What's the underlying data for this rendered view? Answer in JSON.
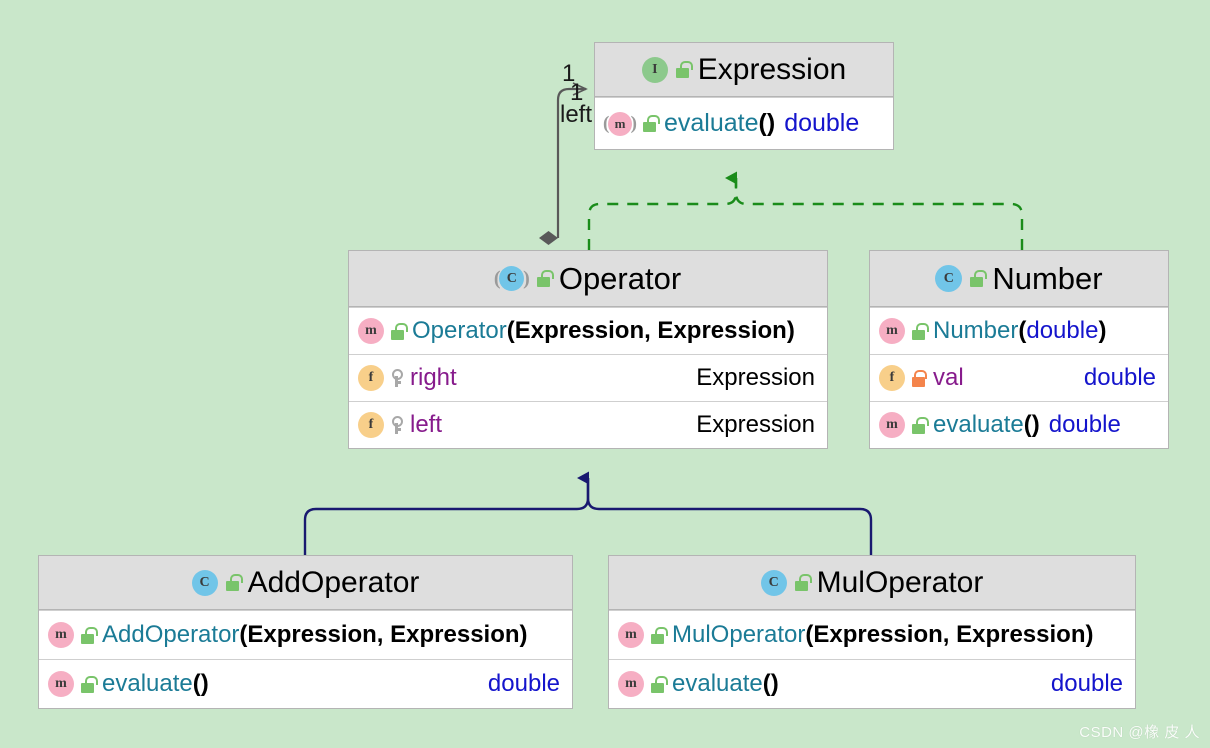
{
  "canvas": {
    "background_color": "#c9e7ca",
    "watermark": "CSDN @橡 皮 人"
  },
  "palette": {
    "box_fill": "#ffffff",
    "header_fill": "#dedede",
    "box_border": "#b4b4b4",
    "interface_icon": "#8cc98c",
    "class_icon": "#71c5e8",
    "method_icon": "#f6aec3",
    "field_icon": "#f8cf8a",
    "lock_public": "#79c46a",
    "lock_private": "#f4844b",
    "inheritance_edge": "#191970",
    "realization_edge": "#1a8c1a",
    "composition_edge": "#595959",
    "method_name_text": "#1b7b96",
    "field_name_text": "#871b8c",
    "primitive_type_text": "#1414cc"
  },
  "classes": [
    {
      "id": "expression",
      "name": "Expression",
      "stereotype": "interface",
      "icon": "interface-icon",
      "icon_letter": "I",
      "abstract": false,
      "visibility_icon": "unlocked-green",
      "members": [
        {
          "kind": "method",
          "icon_letter": "m",
          "abstract": true,
          "visibility_icon": "unlocked-green",
          "name": "evaluate",
          "parens": "()",
          "type": "double",
          "type_style": "primitive",
          "type_align": "inline"
        }
      ]
    },
    {
      "id": "operator",
      "name": "Operator",
      "stereotype": "class",
      "icon": "class-icon",
      "icon_letter": "C",
      "abstract": true,
      "visibility_icon": "unlocked-green",
      "members": [
        {
          "kind": "method",
          "icon_letter": "m",
          "abstract": false,
          "visibility_icon": "unlocked-green",
          "name": "Operator",
          "parens": "(Expression, Expression)",
          "type": "",
          "type_style": "none",
          "type_align": "inline"
        },
        {
          "kind": "field",
          "icon_letter": "f",
          "abstract": false,
          "visibility_icon": "key-gray",
          "name": "right",
          "parens": "",
          "type": "Expression",
          "type_style": "reference",
          "type_align": "right"
        },
        {
          "kind": "field",
          "icon_letter": "f",
          "abstract": false,
          "visibility_icon": "key-gray",
          "name": "left",
          "parens": "",
          "type": "Expression",
          "type_style": "reference",
          "type_align": "right"
        }
      ]
    },
    {
      "id": "number",
      "name": "Number",
      "stereotype": "class",
      "icon": "class-icon",
      "icon_letter": "C",
      "abstract": false,
      "visibility_icon": "unlocked-green",
      "members": [
        {
          "kind": "method",
          "icon_letter": "m",
          "abstract": false,
          "visibility_icon": "unlocked-green",
          "name": "Number",
          "parens": "(double)",
          "type": "",
          "type_style": "none",
          "type_align": "inline",
          "param_primitive": true
        },
        {
          "kind": "field",
          "icon_letter": "f",
          "abstract": false,
          "visibility_icon": "locked-orange",
          "name": "val",
          "parens": "",
          "type": "double",
          "type_style": "primitive",
          "type_align": "right"
        },
        {
          "kind": "method",
          "icon_letter": "m",
          "abstract": false,
          "visibility_icon": "unlocked-green",
          "name": "evaluate",
          "parens": "()",
          "type": "double",
          "type_style": "primitive",
          "type_align": "inline"
        }
      ]
    },
    {
      "id": "addoperator",
      "name": "AddOperator",
      "stereotype": "class",
      "icon": "class-icon",
      "icon_letter": "C",
      "abstract": false,
      "visibility_icon": "unlocked-green",
      "members": [
        {
          "kind": "method",
          "icon_letter": "m",
          "abstract": false,
          "visibility_icon": "unlocked-green",
          "name": "AddOperator",
          "parens": "(Expression, Expression)",
          "type": "",
          "type_style": "none",
          "type_align": "inline"
        },
        {
          "kind": "method",
          "icon_letter": "m",
          "abstract": false,
          "visibility_icon": "unlocked-green",
          "name": "evaluate",
          "parens": "()",
          "type": "double",
          "type_style": "primitive",
          "type_align": "right"
        }
      ]
    },
    {
      "id": "muloperator",
      "name": "MulOperator",
      "stereotype": "class",
      "icon": "class-icon",
      "icon_letter": "C",
      "abstract": false,
      "visibility_icon": "unlocked-green",
      "members": [
        {
          "kind": "method",
          "icon_letter": "m",
          "abstract": false,
          "visibility_icon": "unlocked-green",
          "name": "MulOperator",
          "parens": "(Expression, Expression)",
          "type": "",
          "type_style": "none",
          "type_align": "inline"
        },
        {
          "kind": "method",
          "icon_letter": "m",
          "abstract": false,
          "visibility_icon": "unlocked-green",
          "name": "evaluate",
          "parens": "()",
          "type": "double",
          "type_style": "primitive",
          "type_align": "right"
        }
      ]
    }
  ],
  "relationships": [
    {
      "id": "operator-composes-expression",
      "type": "composition",
      "from": "operator",
      "to": "expression",
      "color": "#595959",
      "labels": {
        "multiplicity_upper": "1",
        "multiplicity_lower": "1",
        "role": "left"
      }
    },
    {
      "id": "operator-realizes-expression",
      "type": "realization",
      "from": "operator",
      "to": "expression",
      "color": "#1a8c1a",
      "style": "dashed"
    },
    {
      "id": "number-realizes-expression",
      "type": "realization",
      "from": "number",
      "to": "expression",
      "color": "#1a8c1a",
      "style": "dashed"
    },
    {
      "id": "addoperator-extends-operator",
      "type": "inheritance",
      "from": "addoperator",
      "to": "operator",
      "color": "#191970",
      "style": "solid"
    },
    {
      "id": "muloperator-extends-operator",
      "type": "inheritance",
      "from": "muloperator",
      "to": "operator",
      "color": "#191970",
      "style": "solid"
    }
  ]
}
